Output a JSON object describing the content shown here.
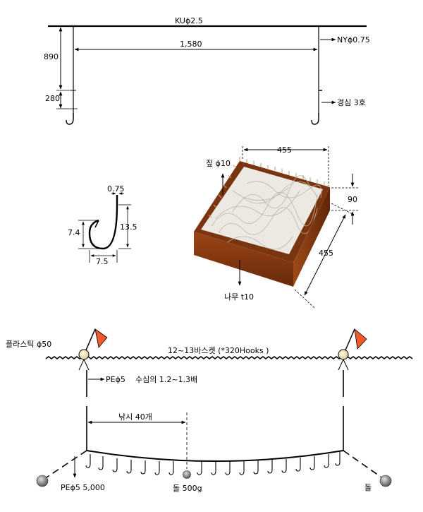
{
  "top_diagram": {
    "mainline_label": "KUϕ2.5",
    "branch_line_label": "NYϕ0.75",
    "span_label": "1,580",
    "height_label": "890",
    "hook_drop_label": "280",
    "hook_size_label": "경심 3호"
  },
  "hook_detail": {
    "wire_label": "0.75",
    "height_outer_label": "13.5",
    "height_inner_label": "7.4",
    "width_label": "7.5"
  },
  "basket": {
    "rope_label": "짚 ϕ10",
    "width_label": "455",
    "depth_label": "455",
    "height_label": "90",
    "material_label": "나무 t10"
  },
  "bottom_diagram": {
    "float_label": "플라스틱 ϕ50",
    "basket_count_label": "12~13바스켓 (*320Hooks )",
    "buoy_line_label": "PEϕ5",
    "buoy_line_note": "수심의 1.2~1.3배",
    "hook_count_label": "낚시 40개",
    "anchor_line_label": "PEϕ5 5,000",
    "center_weight_label": "돌 500g",
    "end_anchor_label": "돌"
  },
  "colors": {
    "flag": "#f05a28",
    "float": "#f6f0c8",
    "basket_wood": "#8b3a12",
    "basket_fill": "#e9e6df"
  }
}
